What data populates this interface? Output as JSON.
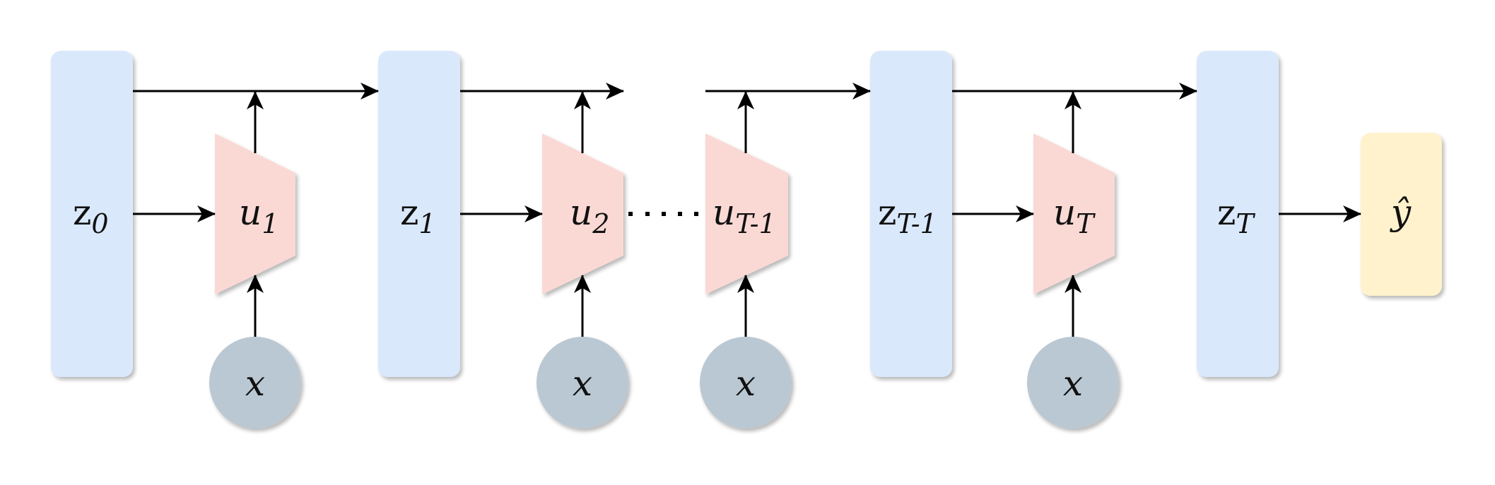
{
  "diagram": {
    "title": "Recurrent latent update chain",
    "colors": {
      "latent": "#dae8fc",
      "update": "#fad9d5",
      "input": "#bac8d3",
      "output": "#fff2cc",
      "edge": "#000000"
    },
    "latents": [
      {
        "id": "z0",
        "base": "z",
        "sub": "0"
      },
      {
        "id": "z1",
        "base": "z",
        "sub": "1"
      },
      {
        "id": "zT-1",
        "base": "z",
        "sub": "T-1"
      },
      {
        "id": "zT",
        "base": "z",
        "sub": "T"
      }
    ],
    "updates": [
      {
        "id": "u1",
        "base": "u",
        "sub": "1"
      },
      {
        "id": "u2",
        "base": "u",
        "sub": "2"
      },
      {
        "id": "uT-1",
        "base": "u",
        "sub": "T-1"
      },
      {
        "id": "uT",
        "base": "u",
        "sub": "T"
      }
    ],
    "inputs": [
      {
        "id": "x1",
        "label": "x"
      },
      {
        "id": "x2",
        "label": "x"
      },
      {
        "id": "x3",
        "label": "x"
      },
      {
        "id": "x4",
        "label": "x"
      }
    ],
    "output": {
      "id": "yhat",
      "label": "ŷ"
    },
    "ellipsis": "· · · · ·"
  }
}
